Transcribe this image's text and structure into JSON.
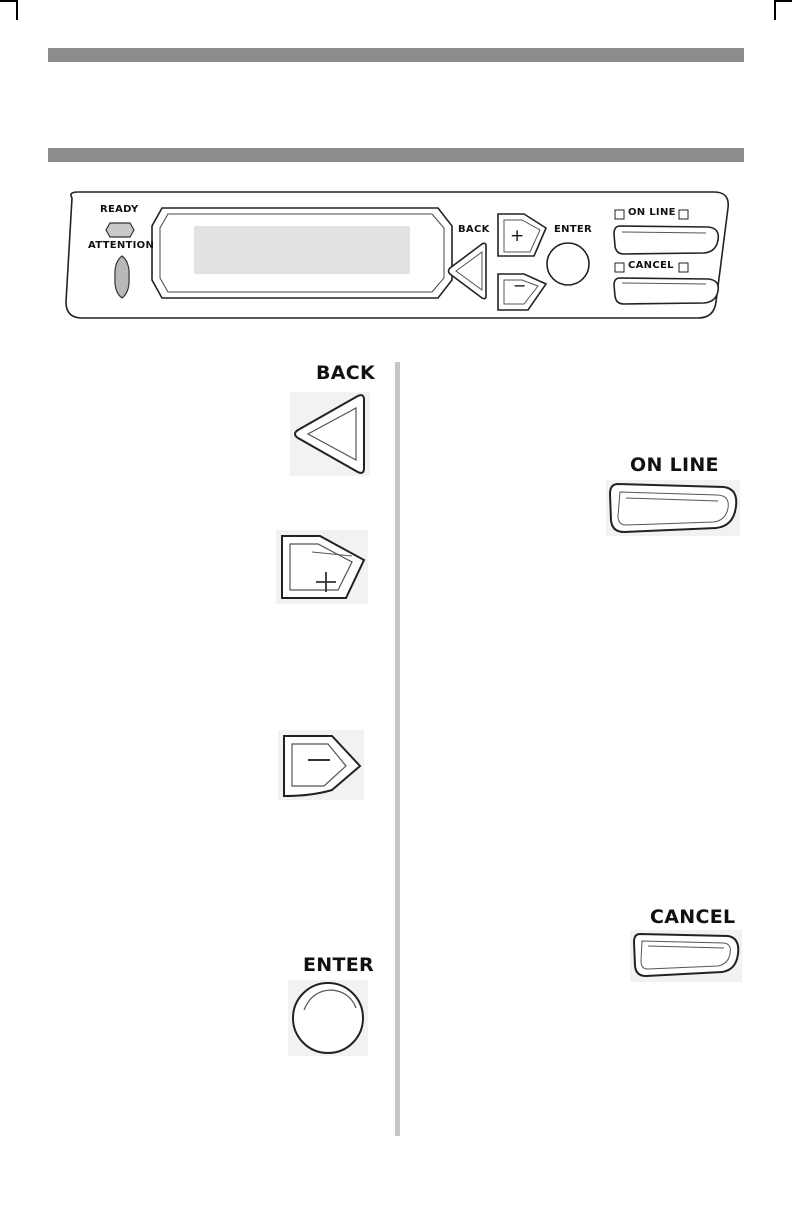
{
  "header": {
    "bar_color": "#8c8c8c"
  },
  "panel": {
    "ready_label": "READY",
    "attention_label": "ATTENTION",
    "back_label": "BACK",
    "enter_label": "ENTER",
    "on_line_label": "ON LINE",
    "cancel_label": "CANCEL",
    "plus_glyph": "+",
    "minus_glyph": "−"
  },
  "details": {
    "back_label": "BACK",
    "on_line_label": "ON LINE",
    "enter_label": "ENTER",
    "cancel_label": "CANCEL"
  },
  "icons": {
    "back": "left-triangle-icon",
    "plus": "plus-icon",
    "minus": "minus-icon",
    "enter": "circle-button-icon",
    "on_line": "oval-button-icon",
    "cancel": "oval-button-icon"
  }
}
